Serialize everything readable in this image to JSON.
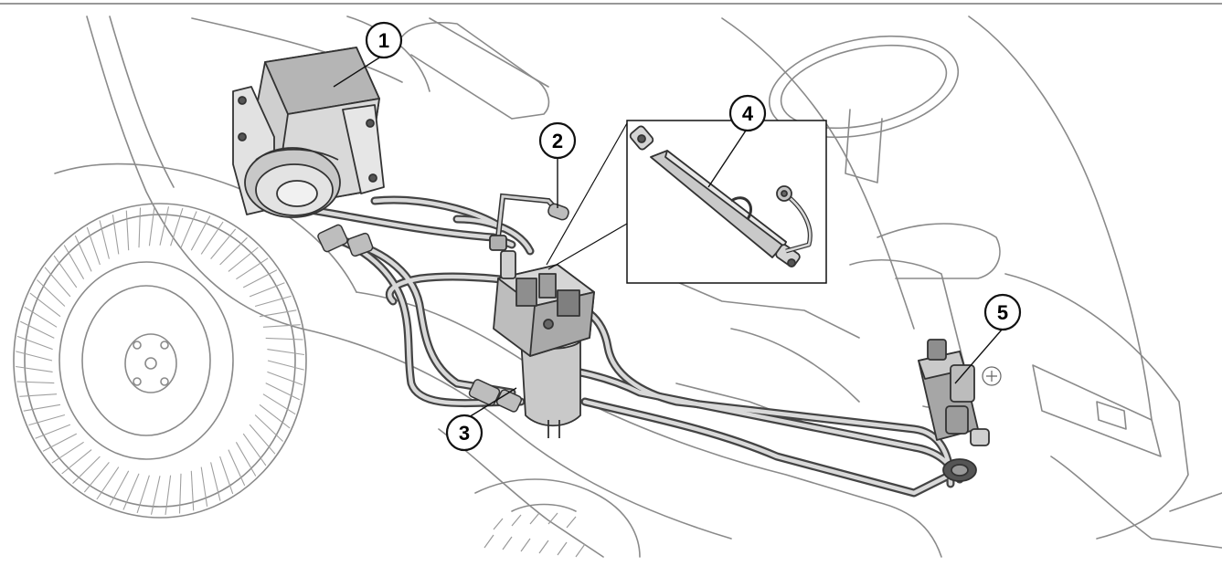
{
  "diagram": {
    "callouts": [
      {
        "id": "1",
        "label": "1"
      },
      {
        "id": "2",
        "label": "2"
      },
      {
        "id": "3",
        "label": "3"
      },
      {
        "id": "4",
        "label": "4"
      },
      {
        "id": "5",
        "label": "5"
      }
    ],
    "colors": {
      "outline": "#8a8a8a",
      "detail": "#333333",
      "component_fill": "#d6d6d6",
      "component_dark": "#9a9a9a",
      "hose": "#777777",
      "callout_fill": "#ffffff",
      "callout_stroke": "#111111"
    }
  }
}
